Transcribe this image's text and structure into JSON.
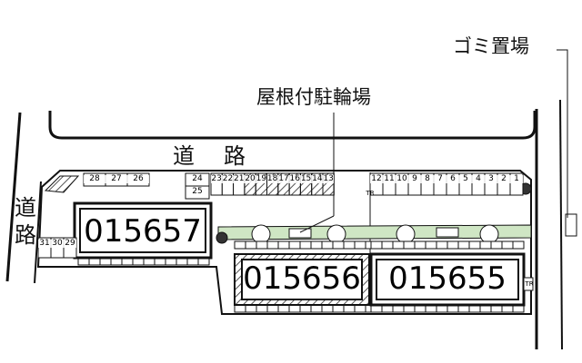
{
  "labels": {
    "road_top": "道路",
    "road_left": "道路",
    "garbage_area": "ゴミ置場",
    "bike_parking": "屋根付駐輪場"
  },
  "buildings": [
    {
      "name": "015657",
      "hatched": false
    },
    {
      "name": "015656",
      "hatched": true
    },
    {
      "name": "015655",
      "hatched": false
    }
  ],
  "parking_top_right": [
    "12",
    "11",
    "10",
    "9",
    "8",
    "7",
    "6",
    "5",
    "4",
    "3",
    "2",
    "1"
  ],
  "parking_top_middle": [
    "23",
    "22",
    "21",
    "20",
    "19",
    "18",
    "17",
    "16",
    "15",
    "14",
    "13"
  ],
  "parking_top_left": [
    "28",
    "27",
    "26"
  ],
  "parking_stack": [
    "24",
    "25"
  ],
  "parking_bottom_left": [
    "31",
    "30",
    "29"
  ],
  "markers": {
    "tr": "TR"
  },
  "colors": {
    "line": "#111111",
    "hatch": "#555555",
    "bike_strip": "#cfe6c4"
  }
}
